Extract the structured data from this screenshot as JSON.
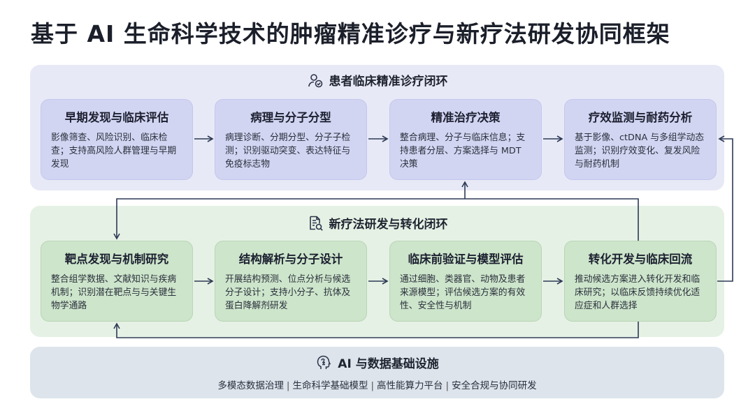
{
  "title": "基于 AI 生命科学技术的肿瘤精准诊疗与新疗法研发协同框架",
  "patient_loop": {
    "title": "患者临床精准诊疗闭环",
    "icon": "patient-check-icon",
    "cards": [
      {
        "title": "早期发现与临床评估",
        "body": "影像筛查、风险识别、临床检查；支持高风险人群管理与早期发现"
      },
      {
        "title": "病理与分子分型",
        "body": "病理诊断、分期分型、分子子检测；识别驱动突变、表达特征与免疫标志物"
      },
      {
        "title": "精准治疗决策",
        "body": "整合病理、分子与临床信息；支持患者分层、方案选择与 MDT 决策"
      },
      {
        "title": "疗效监测与耐药分析",
        "body": "基于影像、ctDNA 与多组学动态监测；识别疗效变化、复发风险与耐药机制"
      }
    ]
  },
  "therapy_loop": {
    "title": "新疗法研发与转化闭环",
    "icon": "document-search-icon",
    "cards": [
      {
        "title": "靶点发现与机制研究",
        "body": "整合组学数据、文献知识与疾病机制；识别潜在靶点与与关键生物学通路"
      },
      {
        "title": "结构解析与分子设计",
        "body": "开展结构预测、位点分析与候选分子设计；支持小分子、抗体及蛋白降解剂研发"
      },
      {
        "title": "临床前验证与模型评估",
        "body": "通过细胞、类器官、动物及患者来源模型；评估候选方案的有效性、安全性与机制"
      },
      {
        "title": "转化开发与临床回流",
        "body": "推动候选方案进入转化开发和临床研究；以临床反馈持续优化适应症和人群选择"
      }
    ]
  },
  "infrastructure": {
    "title": "AI 与数据基础设施",
    "icon": "ai-brain-icon",
    "items": [
      "多模态数据治理",
      "生命科学基础模型",
      "高性能算力平台",
      "安全合规与协同研发"
    ]
  },
  "colors": {
    "patient_bg": "#e8e9f7",
    "patient_card": "#d2d5f2",
    "therapy_bg": "#e6f1e5",
    "therapy_card": "#cde5cb",
    "infra_bg": "#dde4ec",
    "arrow": "#2c3a55"
  }
}
